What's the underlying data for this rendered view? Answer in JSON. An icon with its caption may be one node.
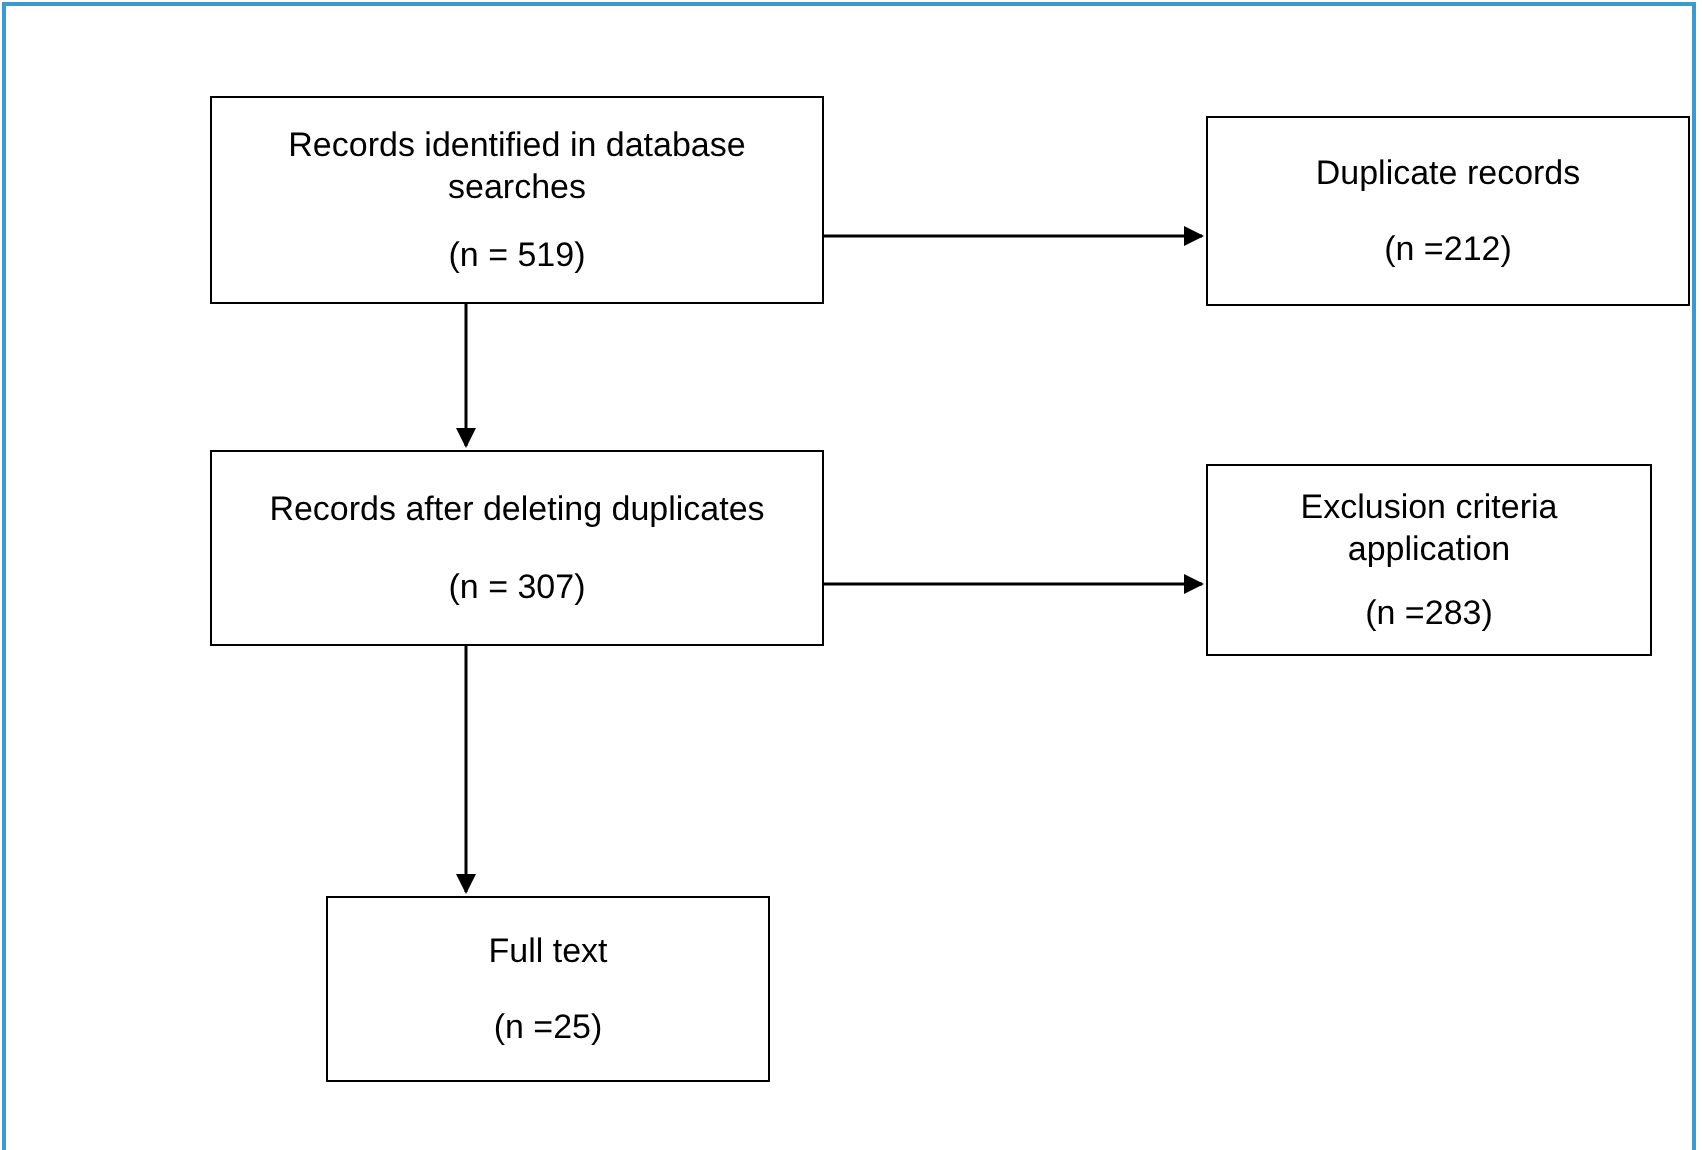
{
  "diagram": {
    "nodes": [
      {
        "text": [
          "Records identified in database searches",
          "(n = 519)"
        ]
      },
      {
        "text": [
          "Duplicate records",
          "(n =212)"
        ]
      },
      {
        "text": [
          "Records after deleting duplicates",
          "(n = 307)"
        ]
      },
      {
        "text": [
          "Exclusion criteria application",
          "(n =283)"
        ]
      },
      {
        "text": [
          "Full text",
          "(n =25)"
        ]
      }
    ],
    "edges": [
      {
        "from": 0,
        "to": 1,
        "arrow": "to"
      },
      {
        "from": 0,
        "to": 2,
        "arrow": "to"
      },
      {
        "from": 2,
        "to": 3,
        "arrow": "to"
      },
      {
        "from": 2,
        "to": 4,
        "arrow": "to"
      }
    ]
  }
}
